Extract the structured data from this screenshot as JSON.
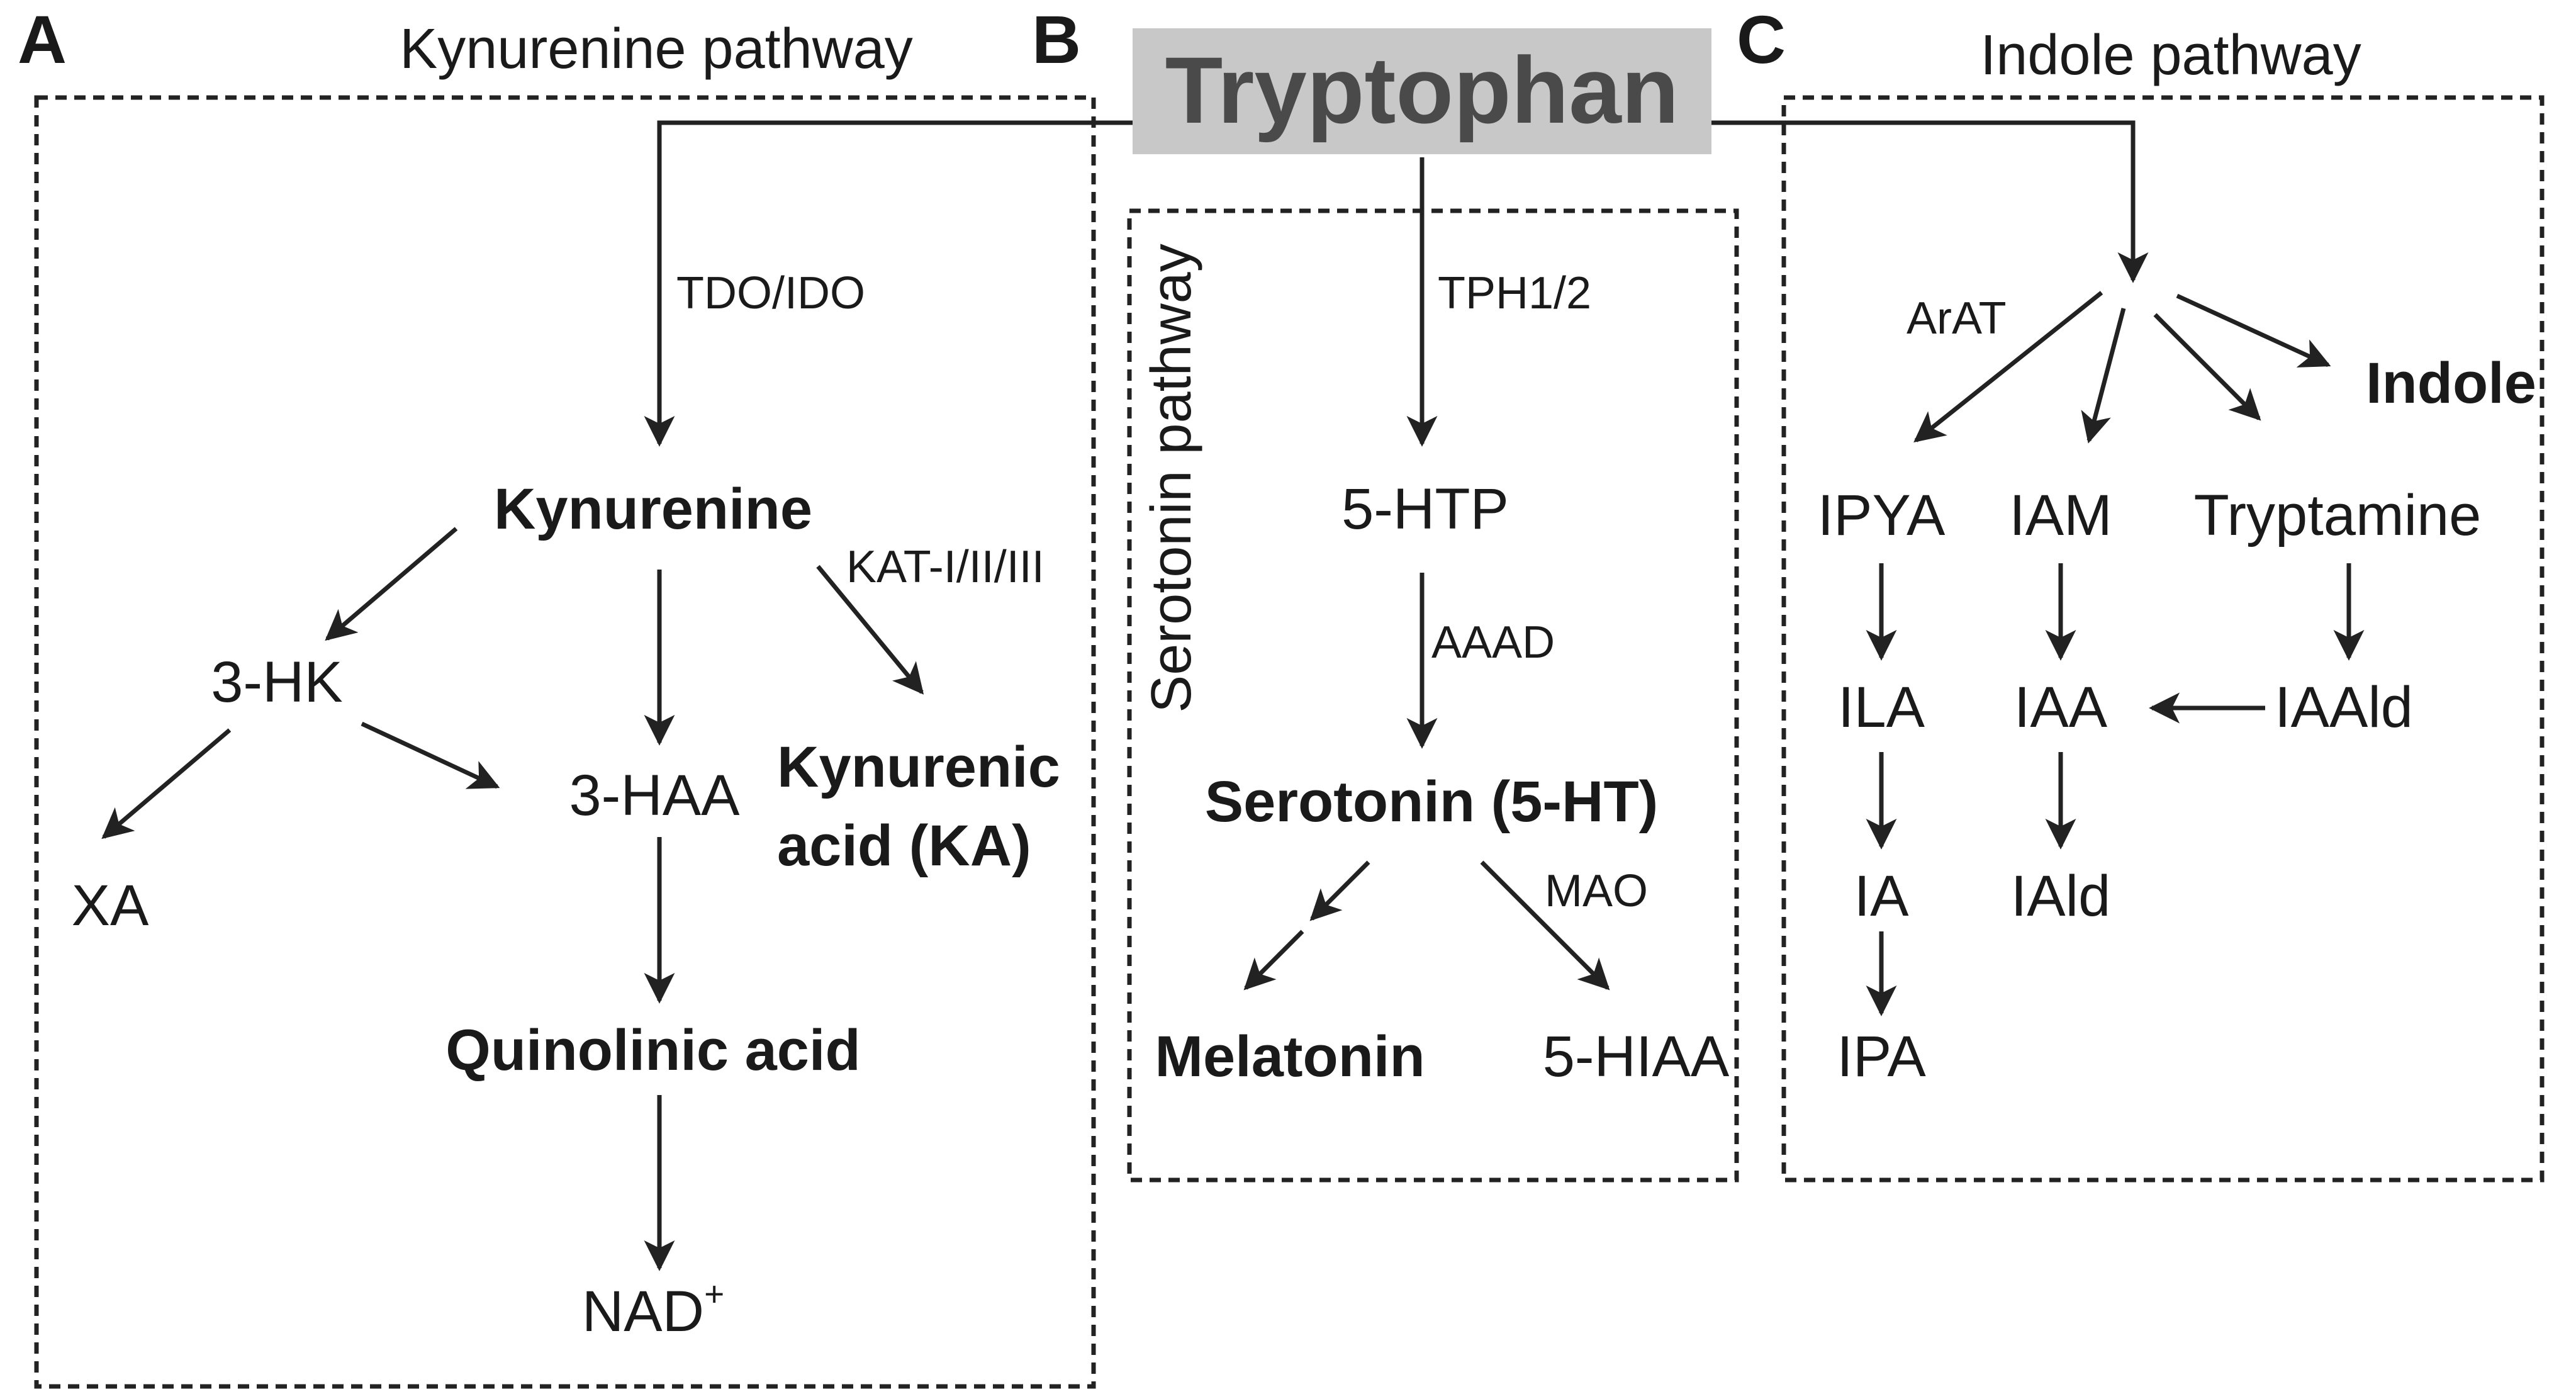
{
  "panels": {
    "a": {
      "letter": "A",
      "title": "Kynurenine pathway"
    },
    "b": {
      "letter": "B",
      "title": "Serotonin pathway"
    },
    "c": {
      "letter": "C",
      "title": "Indole pathway"
    }
  },
  "root": {
    "label": "Tryptophan",
    "fill_color": "#c8c8c8",
    "text_color": "#4a4a4a"
  },
  "kynurenine": {
    "enzyme_main": "TDO/IDO",
    "kynurenine": "Kynurenine",
    "enzyme_kat": "KAT-I/II/III",
    "hk": "3-HK",
    "haa": "3-HAA",
    "ka_line1": "Kynurenic",
    "ka_line2": "acid (KA)",
    "xa": "XA",
    "quinolinic": "Quinolinic acid",
    "nad": "NAD",
    "nad_sup": "+"
  },
  "serotonin": {
    "enzyme_tph": "TPH1/2",
    "htp": "5-HTP",
    "enzyme_aaad": "AAAD",
    "serotonin": "Serotonin (5-HT)",
    "enzyme_mao": "MAO",
    "melatonin": "Melatonin",
    "hiaa": "5-HIAA"
  },
  "indole": {
    "enzyme_arat": "ArAT",
    "indole": "Indole",
    "ipya": "IPYA",
    "iam": "IAM",
    "tryptamine": "Tryptamine",
    "ila": "ILA",
    "iaa": "IAA",
    "iaald": "IAAld",
    "ia": "IA",
    "iald": "IAld",
    "ipa": "IPA"
  }
}
